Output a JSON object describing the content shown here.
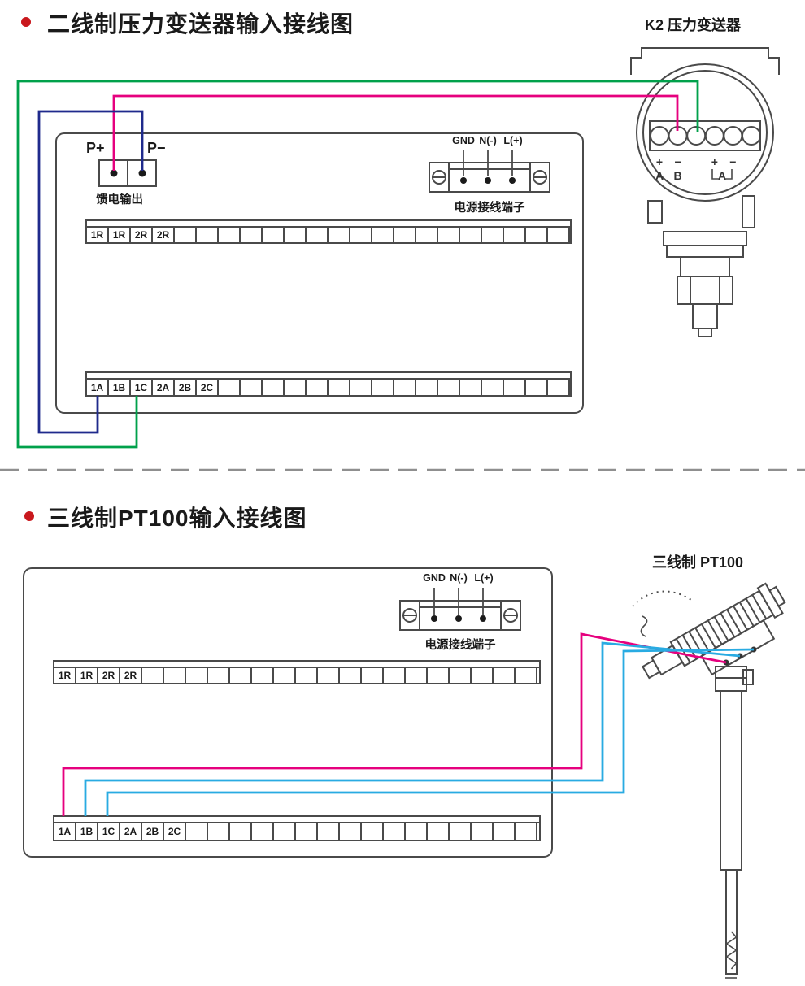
{
  "colors": {
    "wire_magenta": "#e6007e",
    "wire_green": "#00a14b",
    "wire_blue": "#1f2a8c",
    "wire_cyan": "#29abe2",
    "line_art": "#4a4a4a",
    "bullet": "#c9181d"
  },
  "section1": {
    "title": "二线制压力变送器输入接线图",
    "device_label": "K2 压力变送器",
    "p_plus": "P+",
    "p_minus": "P−",
    "feed_caption": "馈电输出",
    "power_labels": [
      "GND",
      "N(-)",
      "L(+)"
    ],
    "power_caption": "电源接线端子",
    "relay_strip": [
      "1R",
      "1R",
      "2R",
      "2R"
    ],
    "input_strip": [
      "1A",
      "1B",
      "1C",
      "2A",
      "2B",
      "2C"
    ],
    "terminal_signs": [
      "+",
      "−",
      "+",
      "−"
    ],
    "terminal_letters": [
      "A",
      "B",
      "A"
    ]
  },
  "section2": {
    "title": "三线制PT100输入接线图",
    "device_label": "三线制  PT100",
    "power_labels": [
      "GND",
      "N(-)",
      "L(+)"
    ],
    "power_caption": "电源接线端子",
    "relay_strip": [
      "1R",
      "1R",
      "2R",
      "2R"
    ],
    "input_strip": [
      "1A",
      "1B",
      "1C",
      "2A",
      "2B",
      "2C"
    ]
  }
}
